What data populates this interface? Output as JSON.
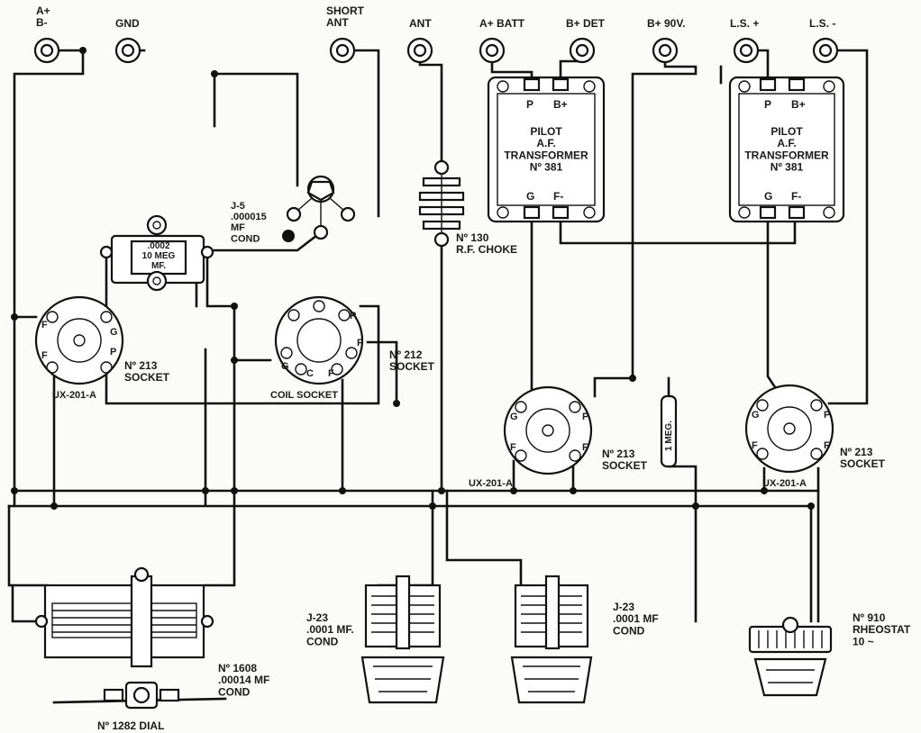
{
  "terminals": {
    "a_plus_b_minus": "A+\nB-",
    "gnd": "GND",
    "short_ant": "SHORT\nANT",
    "ant": "ANT",
    "a_plus_batt": "A+ BATT",
    "b_plus_det": "B+ DET",
    "b_plus_90v": "B+ 90V.",
    "ls_plus": "L.S. +",
    "ls_minus": "L.S. -"
  },
  "transformer_1": {
    "title": "PILOT\nA.F.\nTRANSFORMER\nNº 381",
    "p": "P",
    "bplus": "B+",
    "g": "G",
    "fminus": "F-"
  },
  "transformer_2": {
    "title": "PILOT\nA.F.\nTRANSFORMER\nNº 381",
    "p": "P",
    "bplus": "B+",
    "g": "G",
    "fminus": "F-"
  },
  "j5_cond": "J-5\n.000015\nMF\nCOND",
  "grid_leak": ".0002\n10 MEG\nMF.",
  "choke": "Nº 130\nR.F. CHOKE",
  "socket_1": {
    "label": "Nº 213\nSOCKET",
    "tube": "UX-201-A",
    "pins": {
      "f1": "F",
      "f2": "F",
      "g": "G",
      "p": "P"
    }
  },
  "coil_socket": {
    "label": "COIL SOCKET",
    "pins": {
      "p": "P",
      "f": "F",
      "c": "C",
      "f2": "F",
      "g": "G"
    }
  },
  "socket_212": "Nº 212\nSOCKET",
  "socket_2": {
    "label": "Nº 213\nSOCKET",
    "tube": "UX-201-A",
    "pins": {
      "g": "G",
      "f1": "F",
      "f2": "F",
      "p": "P"
    }
  },
  "resistor_1meg": "1 MEG.",
  "socket_3": {
    "label": "Nº 213\nSOCKET",
    "tube": "UX-201-A",
    "pins": {
      "g": "G",
      "f1": "F",
      "f2": "F",
      "p": "P"
    }
  },
  "cond_1608": "Nº 1608\n.00014 MF\nCOND",
  "dial": "Nº 1282 DIAL",
  "j23_a": "J-23\n.0001 MF.\nCOND",
  "j23_b": "J-23\n.0001 MF\nCOND",
  "rheostat": "Nº 910\nRHEOSTAT\n10 ~"
}
